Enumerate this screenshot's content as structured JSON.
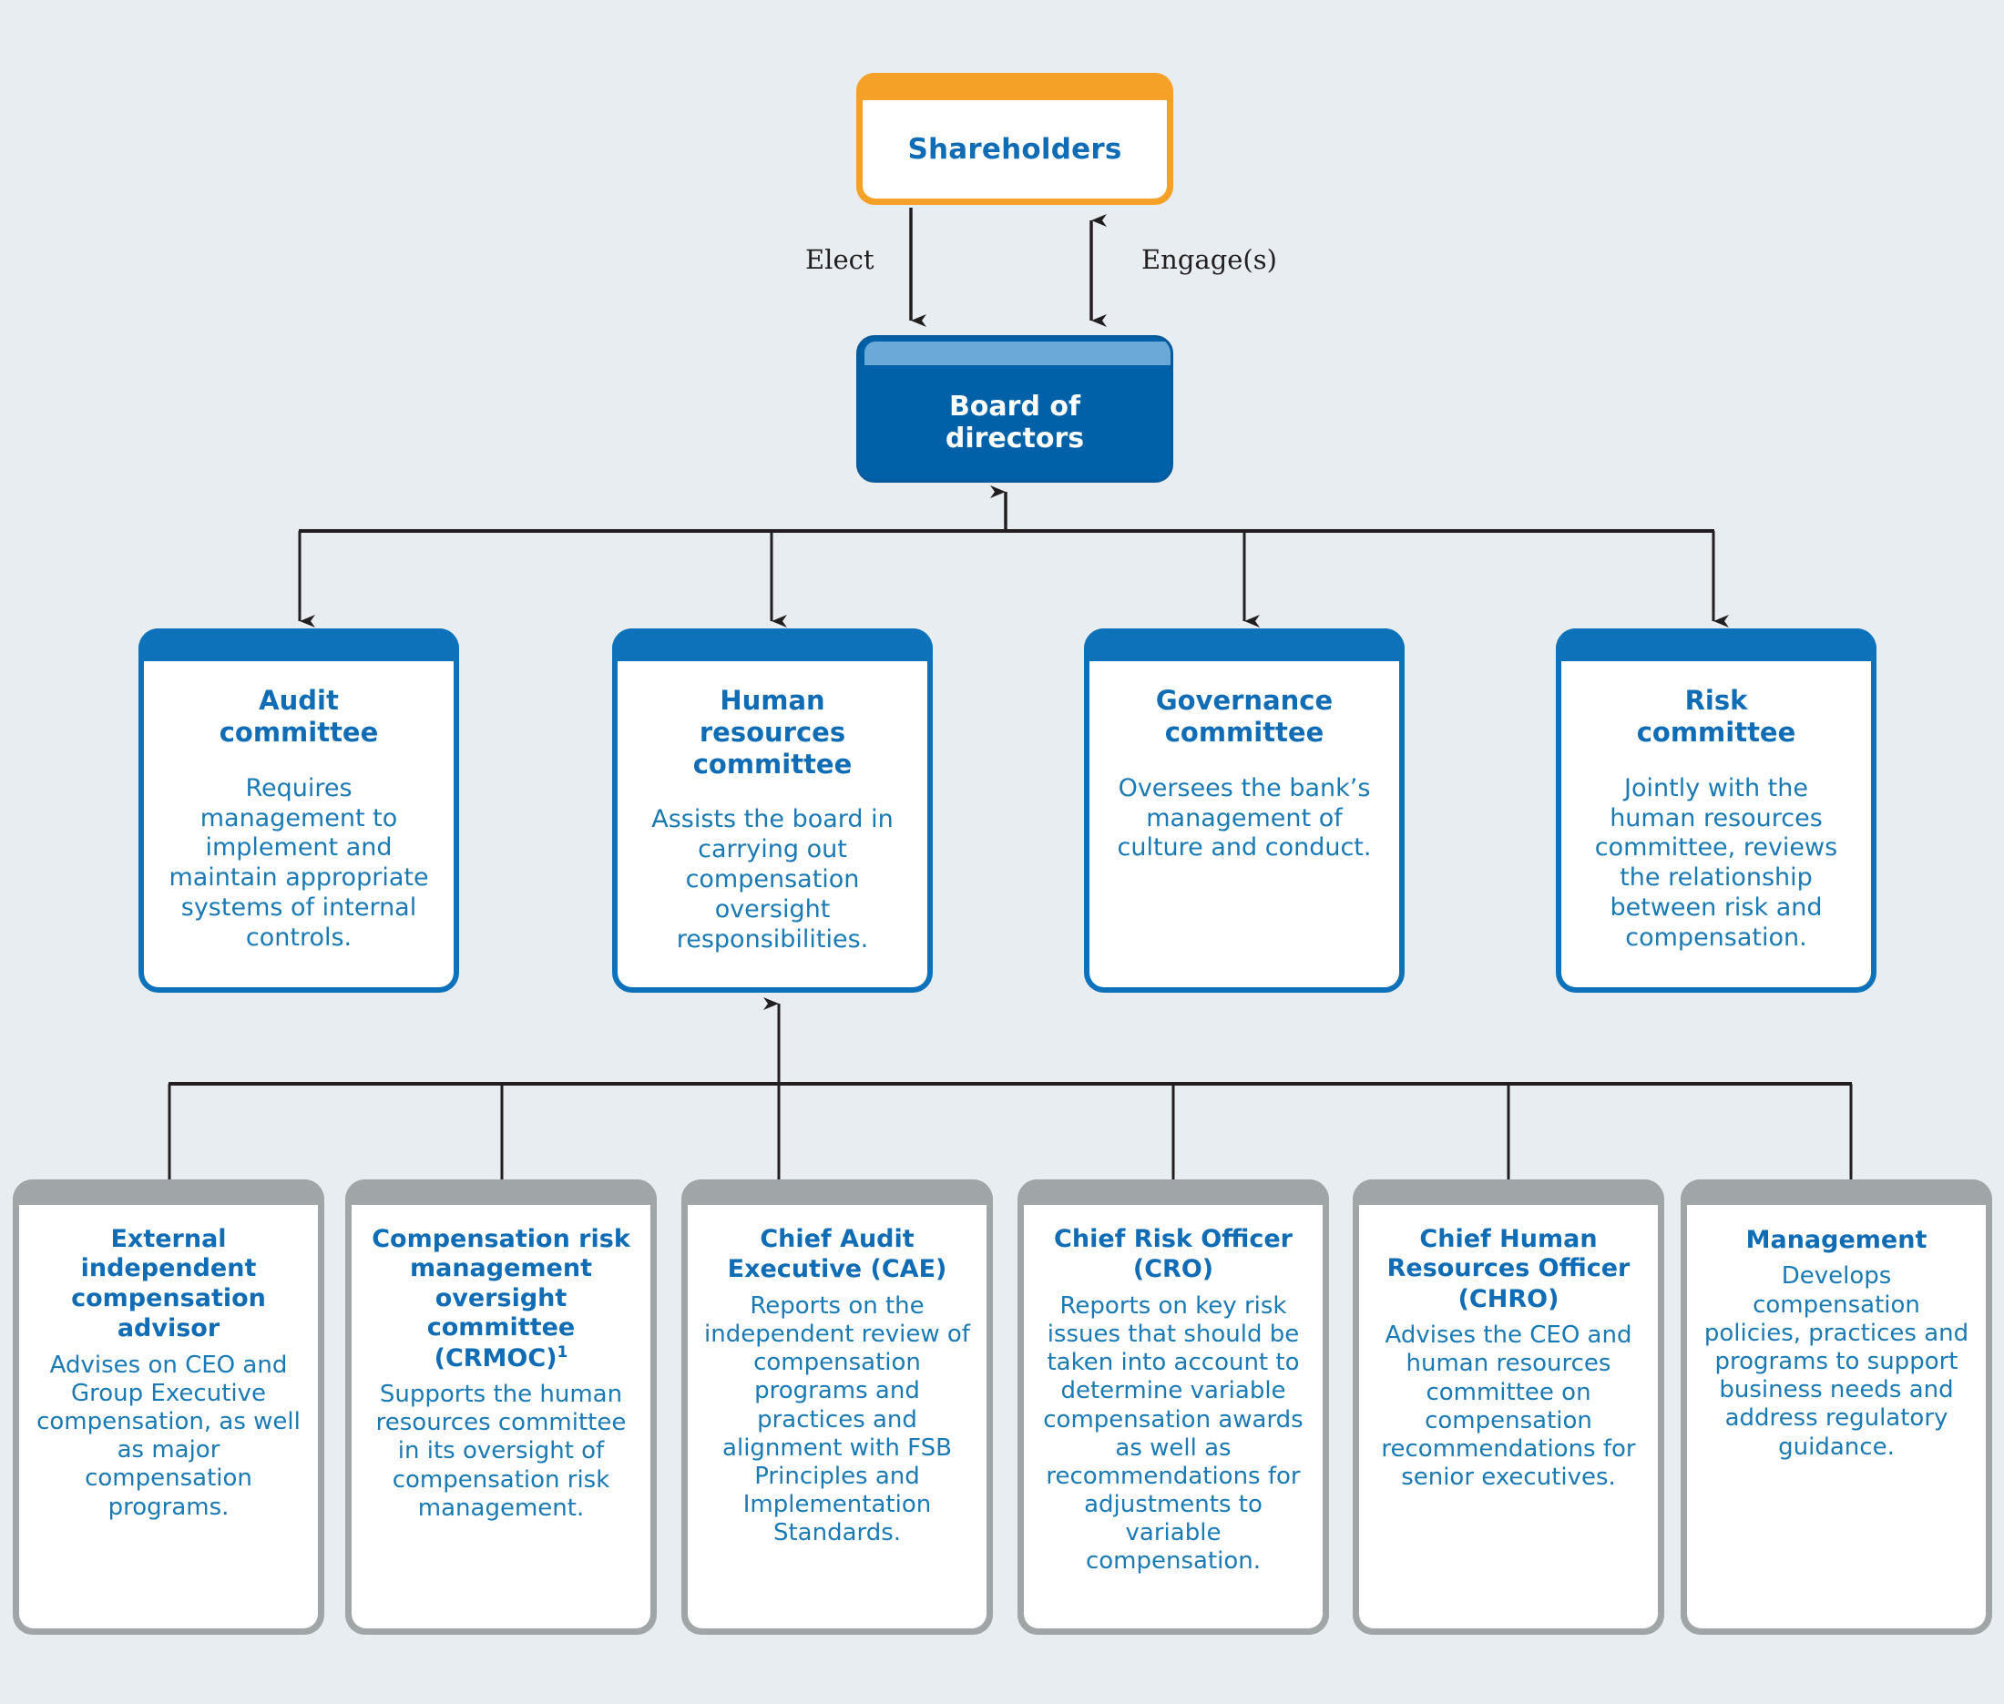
{
  "page": {
    "background_color": "#e8edf1",
    "accent_blue": "#0f6cb5",
    "header_blue": "#0d72b9",
    "board_blue": "#0061a8",
    "board_bar_blue": "#6aa9d8",
    "orange": "#f5a127",
    "gray": "#a0a5a8",
    "text_blue": "#1a7ab5",
    "line_color": "#231f20"
  },
  "top": {
    "shareholders": {
      "title": "Shareholders"
    },
    "board": {
      "title": "Board of\ndirectors"
    },
    "edges": {
      "elect": "Elect",
      "engage": "Engage(s)"
    }
  },
  "committees": [
    {
      "title": "Audit\ncommittee",
      "description": "Requires management to implement and maintain appropriate systems of internal controls."
    },
    {
      "title": "Human\nresources\ncommittee",
      "description": "Assists the board in carrying out compensation oversight responsibilities."
    },
    {
      "title": "Governance\ncommittee",
      "description": "Oversees the bank’s management of culture and conduct."
    },
    {
      "title": "Risk\ncommittee",
      "description": "Jointly with the human resources committee, reviews the relationship between risk and compensation."
    }
  ],
  "roles": [
    {
      "title": "External independent compensation advisor",
      "footnote": "",
      "description": "Advises on CEO and Group Executive compensation, as well as major compensation programs."
    },
    {
      "title": "Compensation risk management oversight committee (CRMOC)",
      "footnote": "1",
      "description": "Supports the human resources committee in its oversight of compensation risk management."
    },
    {
      "title": "Chief Audit Executive (CAE)",
      "footnote": "",
      "description": "Reports on the independent review of compensation programs and practices and alignment with FSB Principles and Implementation Standards."
    },
    {
      "title": "Chief Risk Officer (CRO)",
      "footnote": "",
      "description": "Reports on key risk issues that should be taken into account to determine variable compensation awards as well as recommendations for adjustments to variable compensation."
    },
    {
      "title": "Chief Human Resources Officer (CHRO)",
      "footnote": "",
      "description": "Advises the CEO and human resources committee on compensation recommendations for senior executives."
    },
    {
      "title": "Management",
      "footnote": "",
      "description": "Develops compensation policies, practices and programs to support business needs and address regulatory guidance."
    }
  ]
}
